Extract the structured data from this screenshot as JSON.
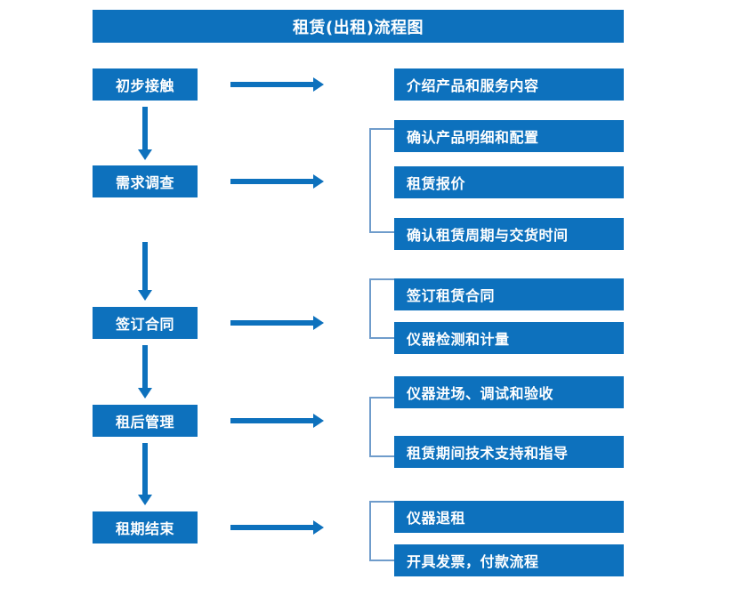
{
  "chart_data": {
    "type": "diagram",
    "title": "租赁(出租)流程图",
    "diagram_kind": "flowchart",
    "stages": [
      {
        "stage_label": "初步接触",
        "details": [
          "介绍产品和服务内容"
        ],
        "grouped": false
      },
      {
        "stage_label": "需求调查",
        "details": [
          "确认产品明细和配置",
          "租赁报价",
          "确认租赁周期与交货时间"
        ],
        "grouped": true
      },
      {
        "stage_label": "签订合同",
        "details": [
          "签订租赁合同",
          "仪器检测和计量"
        ],
        "grouped": true
      },
      {
        "stage_label": "租后管理",
        "details": [
          "仪器进场、调试和验收",
          "租赁期间技术支持和指导"
        ],
        "grouped": true
      },
      {
        "stage_label": "租期结束",
        "details": [
          "仪器退租",
          "开具发票，付款流程"
        ],
        "grouped": true
      }
    ],
    "flow_order": [
      "初步接触",
      "需求调查",
      "签订合同",
      "租后管理",
      "租期结束"
    ],
    "colors": {
      "box_fill": "#0d71bd",
      "box_text": "#ffffff",
      "arrow": "#0d71bd",
      "bracket": "#6f9ccb",
      "background": "#ffffff"
    }
  },
  "header": {
    "title": "租赁(出租)流程图"
  },
  "stages": {
    "s1": "初步接触",
    "s2": "需求调查",
    "s3": "签订合同",
    "s4": "租后管理",
    "s5": "租期结束"
  },
  "details": {
    "d1": "介绍产品和服务内容",
    "d2": "确认产品明细和配置",
    "d3": "租赁报价",
    "d4": "确认租赁周期与交货时间",
    "d5": "签订租赁合同",
    "d6": "仪器检测和计量",
    "d7": "仪器进场、调试和验收",
    "d8": "租赁期间技术支持和指导",
    "d9": "仪器退租",
    "d10": "开具发票，付款流程"
  }
}
